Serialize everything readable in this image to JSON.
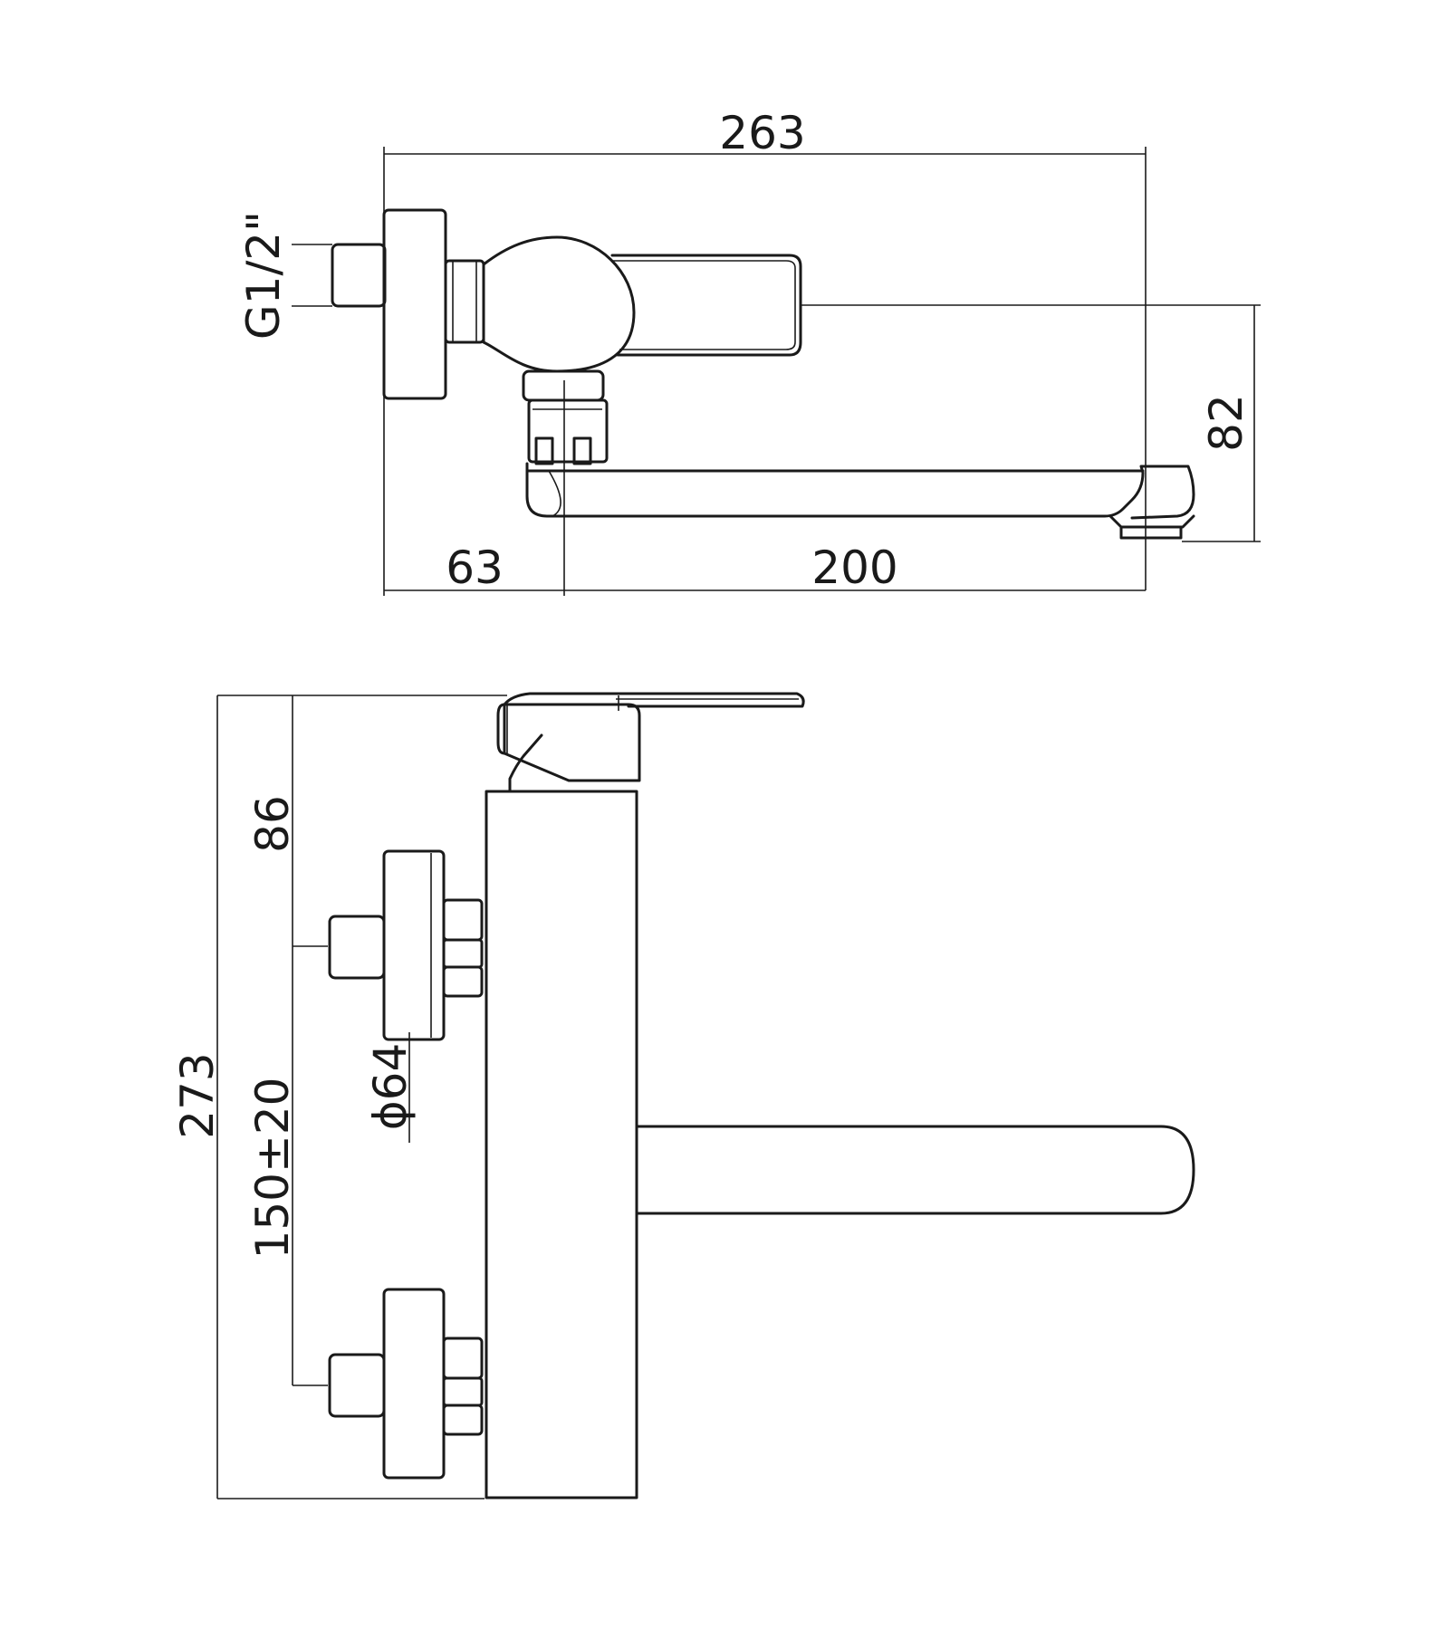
{
  "diagram": {
    "top_view": {
      "dims": {
        "overall_width": "263",
        "thread": "G1/2\"",
        "height": "82",
        "left_offset": "63",
        "spout_length": "200"
      }
    },
    "side_view": {
      "dims": {
        "overall_height": "273",
        "upper_offset": "86",
        "centers": "150±20",
        "escutcheon_dia": "ϕ64"
      }
    }
  }
}
